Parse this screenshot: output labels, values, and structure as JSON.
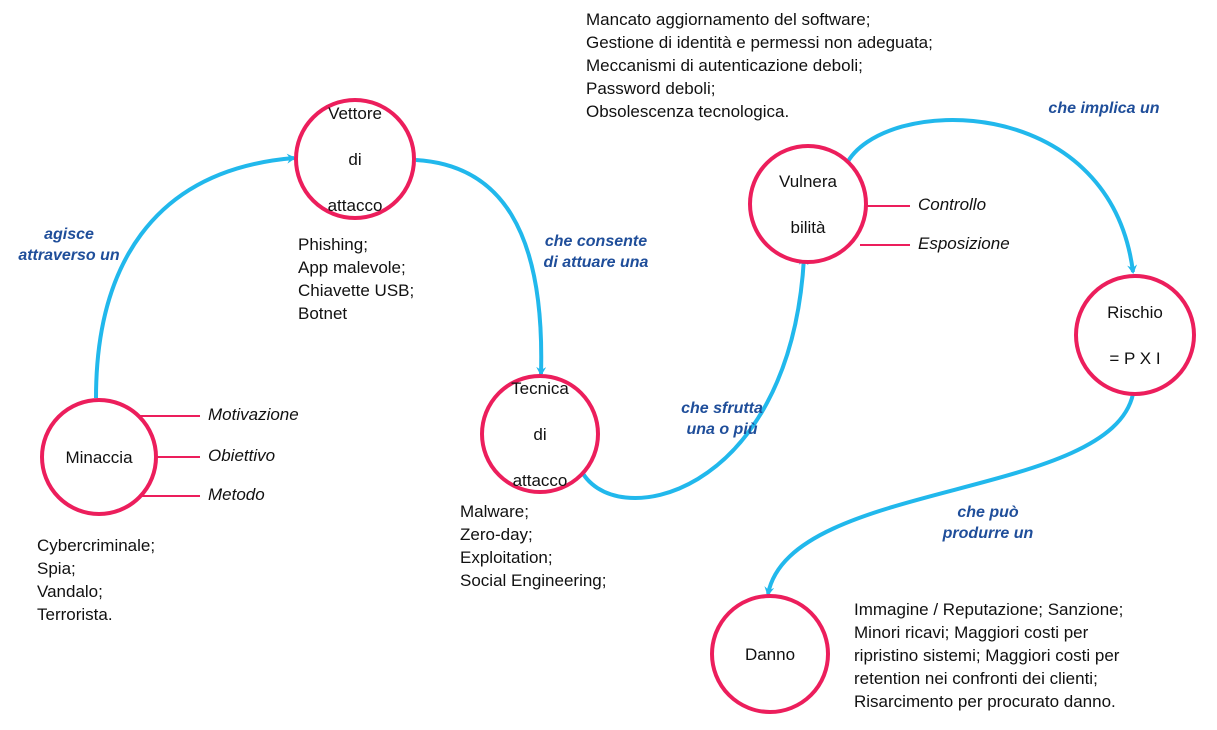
{
  "colors": {
    "node_border": "#ec1e5c",
    "arrow": "#21b8ec",
    "edge_label": "#1f4e9a",
    "attr_line": "#ec1e5c"
  },
  "nodes": {
    "minaccia": "Minaccia",
    "vettore": [
      "Vettore",
      "di",
      "attacco"
    ],
    "tecnica": [
      "Tecnica",
      "di",
      "attacco"
    ],
    "vulnerabilita": [
      "Vulnera",
      "bilità"
    ],
    "rischio": [
      "Rischio",
      "= P X I"
    ],
    "danno": "Danno"
  },
  "attributes": {
    "minaccia": [
      "Motivazione",
      "Obiettivo",
      "Metodo"
    ],
    "vulnerabilita": [
      "Controllo",
      "Esposizione"
    ]
  },
  "edge_labels": {
    "agisce": [
      "agisce",
      "attraverso un"
    ],
    "consente": [
      "che consente",
      "di attuare una"
    ],
    "sfrutta": [
      "che sfrutta",
      "una o più"
    ],
    "implica": [
      "che implica un"
    ],
    "produrre": [
      "che può",
      "produrre un"
    ]
  },
  "examples": {
    "minaccia": [
      "Cybercriminale;",
      "Spia;",
      "Vandalo;",
      "Terrorista."
    ],
    "vettore": [
      "Phishing;",
      "App malevole;",
      "Chiavette USB;",
      "Botnet"
    ],
    "tecnica": [
      "Malware;",
      "Zero-day;",
      "Exploitation;",
      "Social Engineering;"
    ],
    "vulnerabilita": [
      "Mancato aggiornamento del software;",
      "Gestione di identità e permessi non adeguata;",
      "Meccanismi di autenticazione deboli;",
      "Password deboli;",
      "Obsolescenza tecnologica."
    ],
    "danno": [
      "Immagine / Reputazione; Sanzione;",
      "Minori ricavi; Maggiori costi per",
      "ripristino sistemi; Maggiori costi per",
      "retention nei confronti dei clienti;",
      "Risarcimento per procurato danno."
    ]
  }
}
